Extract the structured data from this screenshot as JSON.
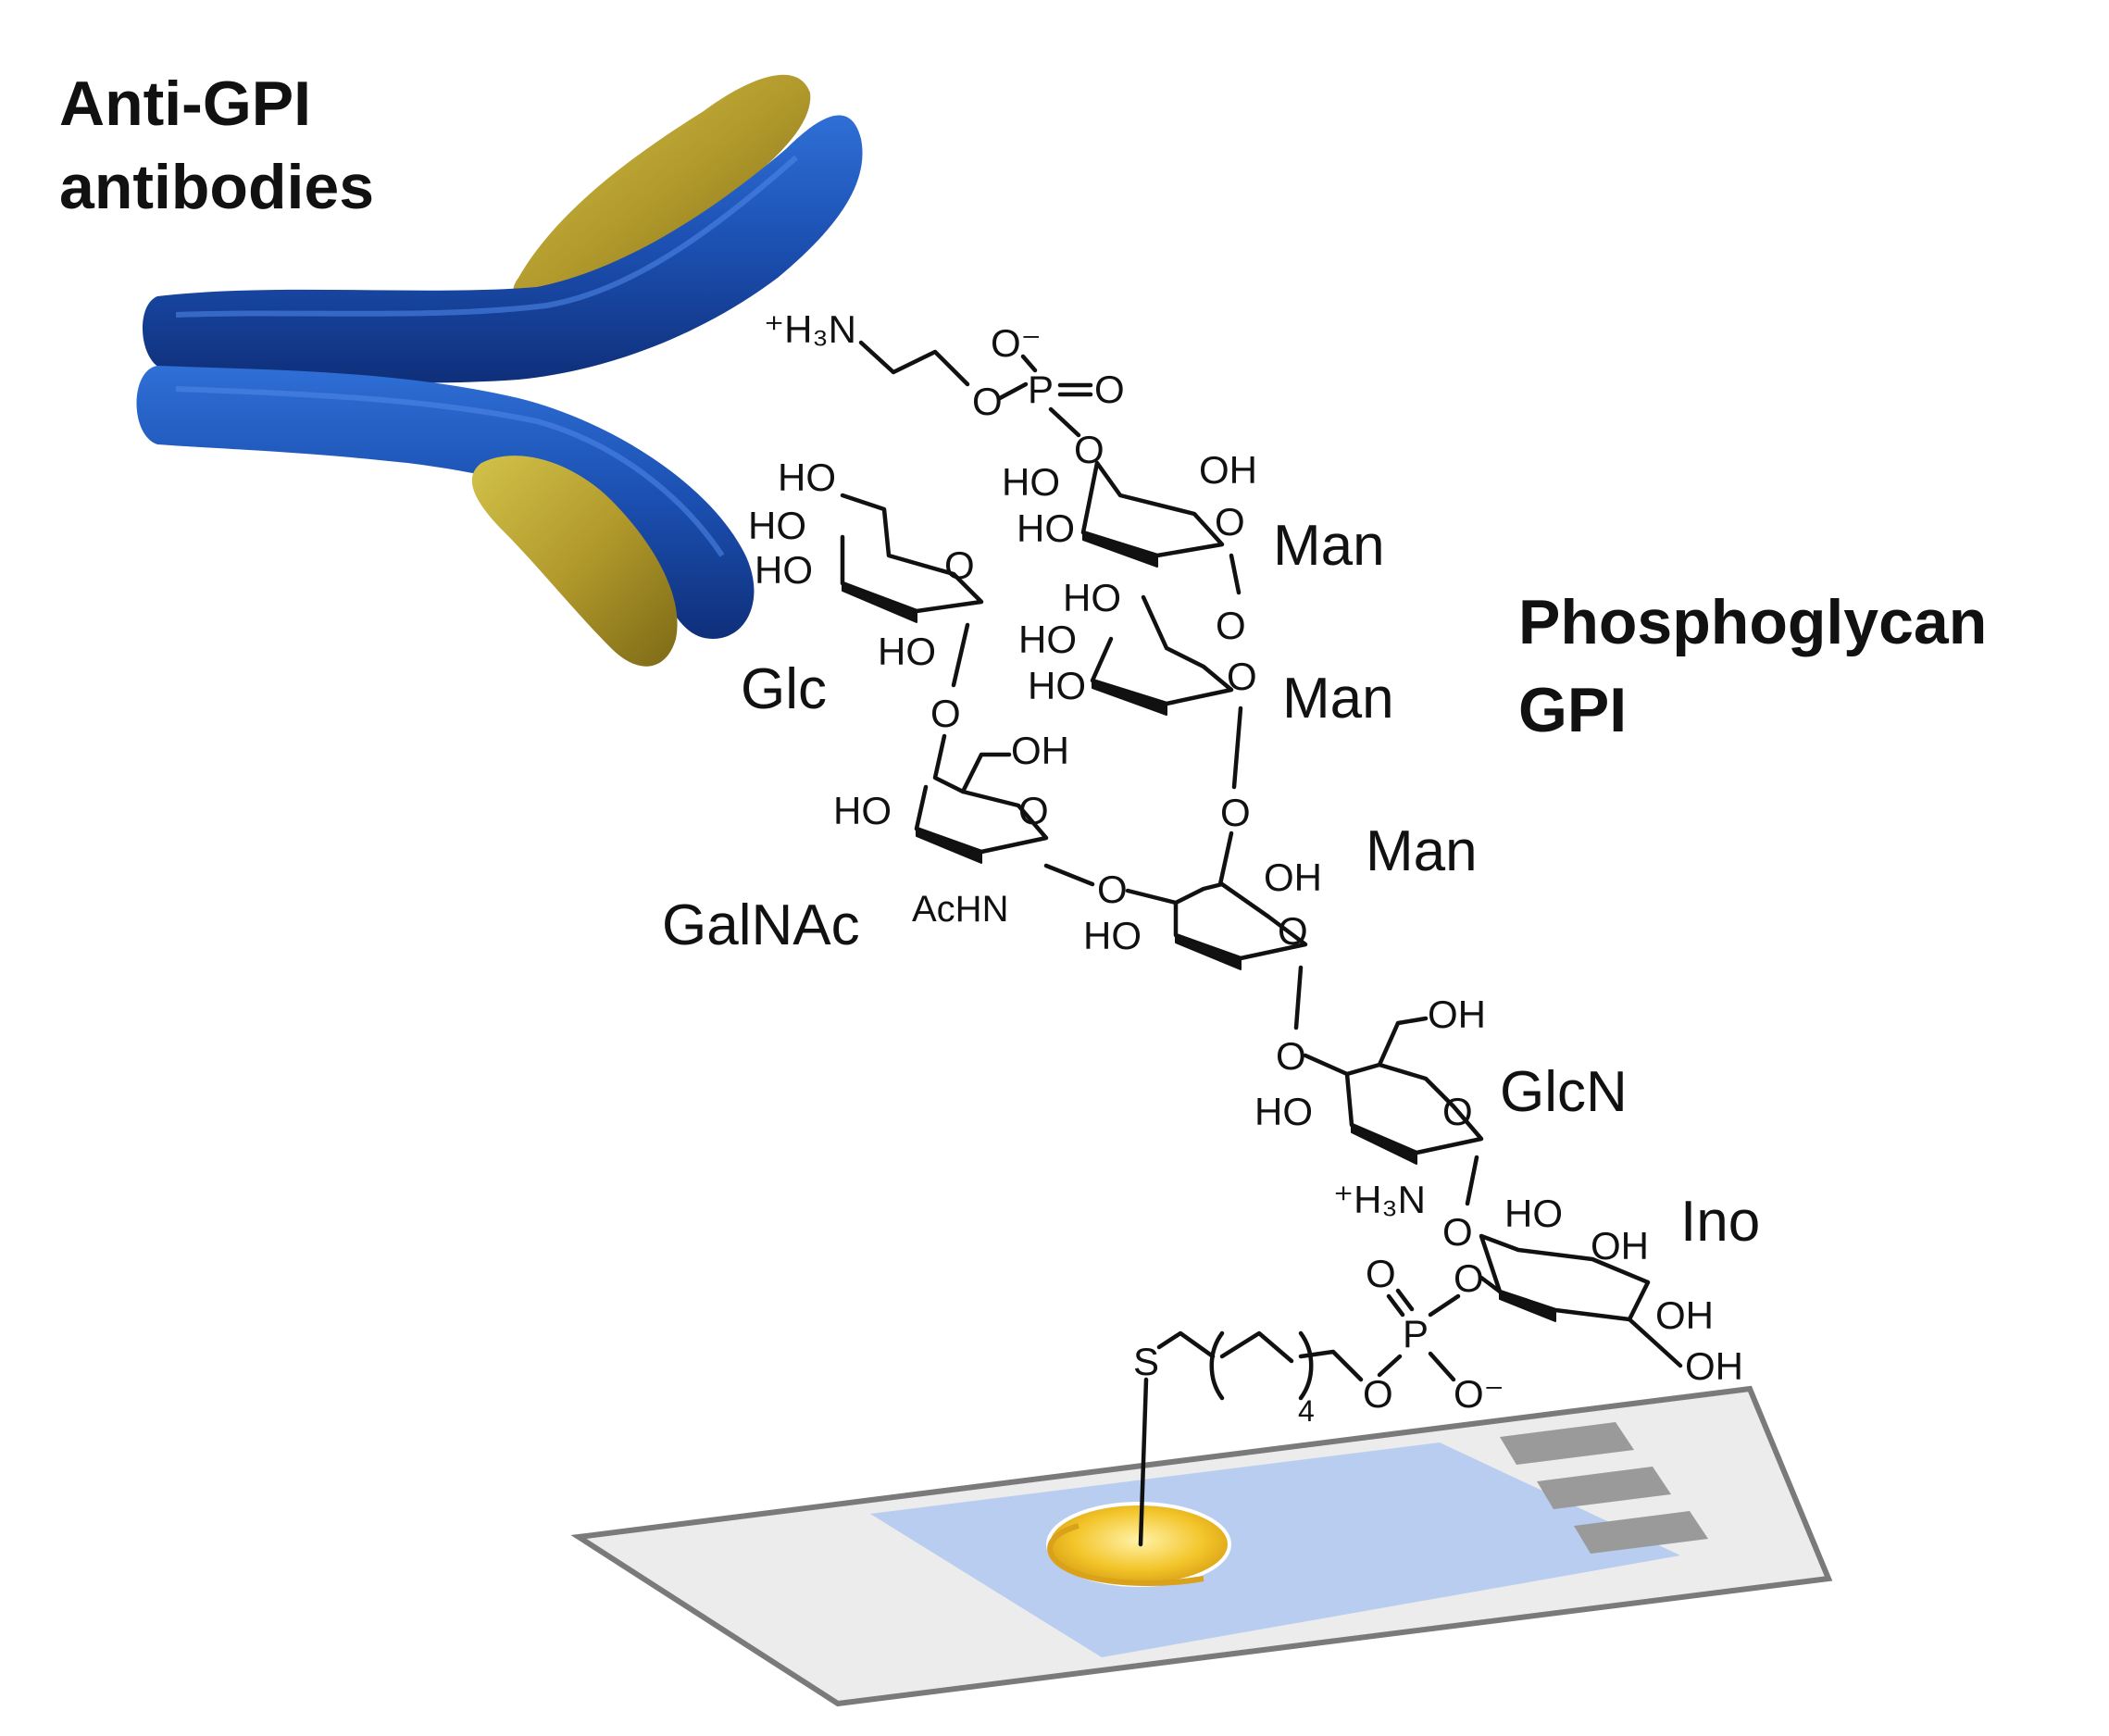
{
  "titles": {
    "antibody_line1": "Anti-GPI",
    "antibody_line2": "antibodies",
    "glycan_line1": "Phosphoglycan",
    "glycan_line2": "GPI"
  },
  "sugars": {
    "man_top": "Man",
    "man_mid": "Man",
    "man_low": "Man",
    "glc": "Glc",
    "galnac": "GalNAc",
    "glcn": "GlcN",
    "ino": "Ino"
  },
  "atoms": {
    "amine_top": "⁺H₃N",
    "amine_glcn": "⁺H₃N",
    "acetamido": "AcHN",
    "ho": "HO",
    "oh": "OH",
    "o": "O",
    "p": "P",
    "s": "S",
    "o_minus": "O⁻",
    "linker_repeat": "4"
  },
  "colors": {
    "heavy_chain": "#1f55b8",
    "light_chain": "#b6a236",
    "chip_blue": "#b8cdef",
    "chip_frame": "#ececec",
    "gold_spot": "#f3c52a"
  },
  "icons": {
    "antibody": "y-shaped-antibody-icon",
    "chip": "biosensor-chip-icon",
    "electrode": "gold-electrode-icon"
  }
}
